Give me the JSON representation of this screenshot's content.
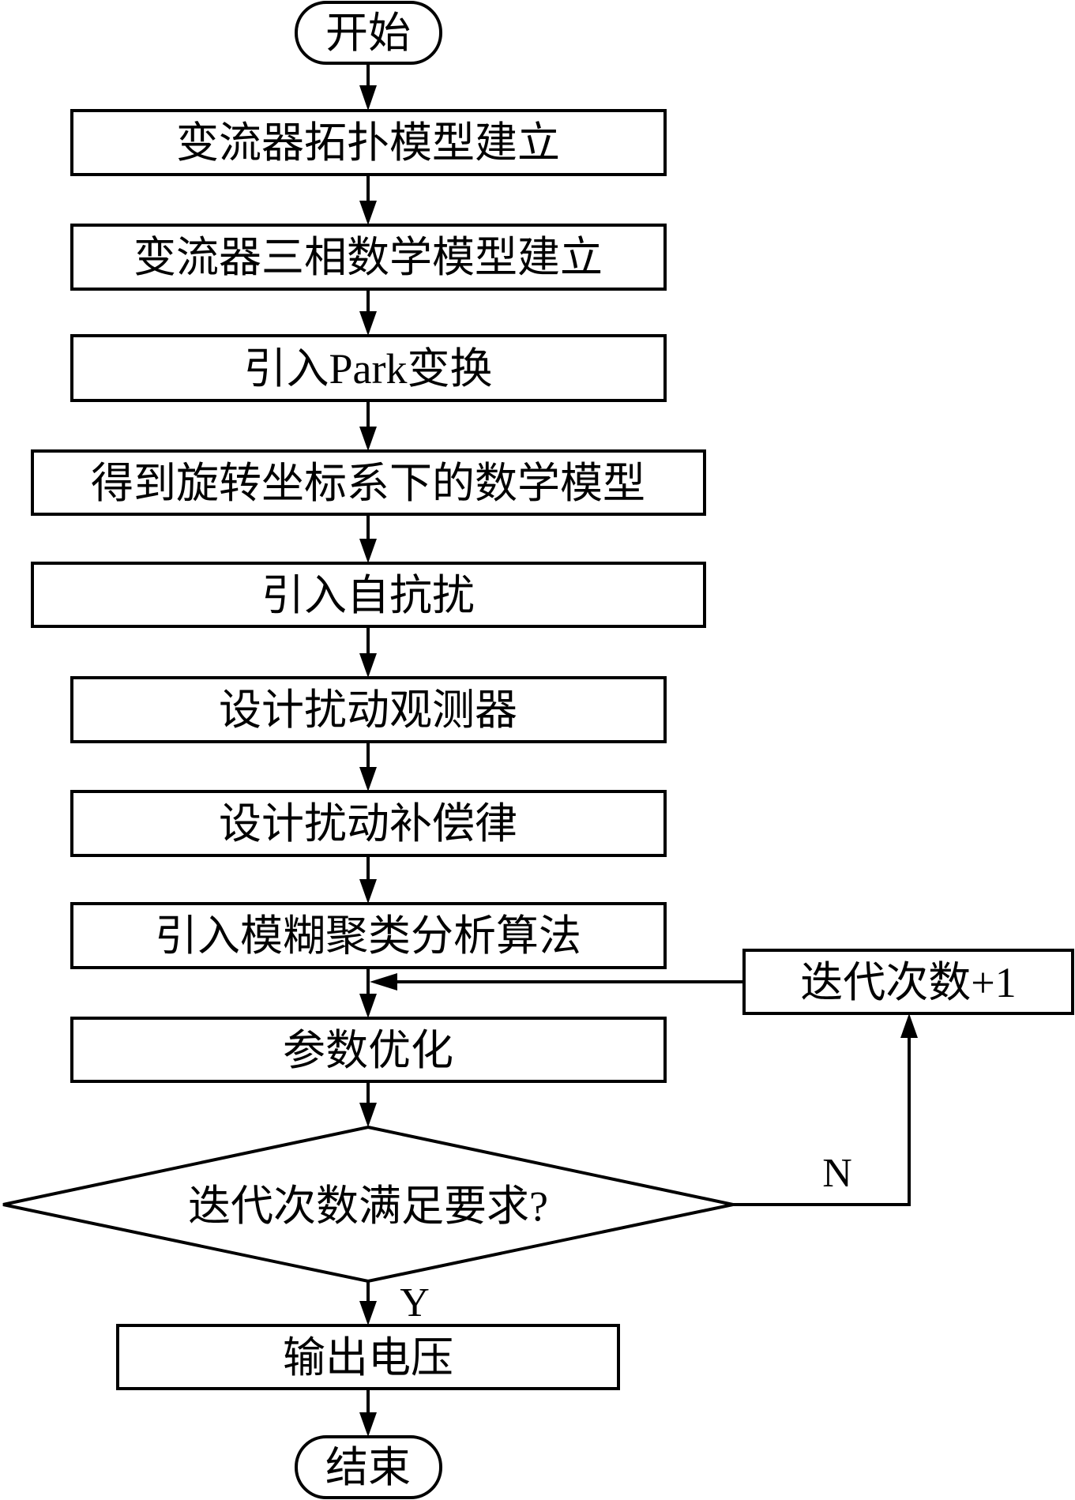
{
  "flowchart": {
    "start": "开始",
    "end": "结束",
    "steps": [
      "变流器拓扑模型建立",
      "变流器三相数学模型建立",
      "引入Park变换",
      "得到旋转坐标系下的数学模型",
      "引入自抗扰",
      "设计扰动观测器",
      "设计扰动补偿律",
      "引入模糊聚类分析算法",
      "参数优化"
    ],
    "decision": "迭代次数满足要求?",
    "loop_step": "迭代次数+1",
    "output_step": "输出电压",
    "no_label": "N",
    "yes_label": "Y"
  }
}
